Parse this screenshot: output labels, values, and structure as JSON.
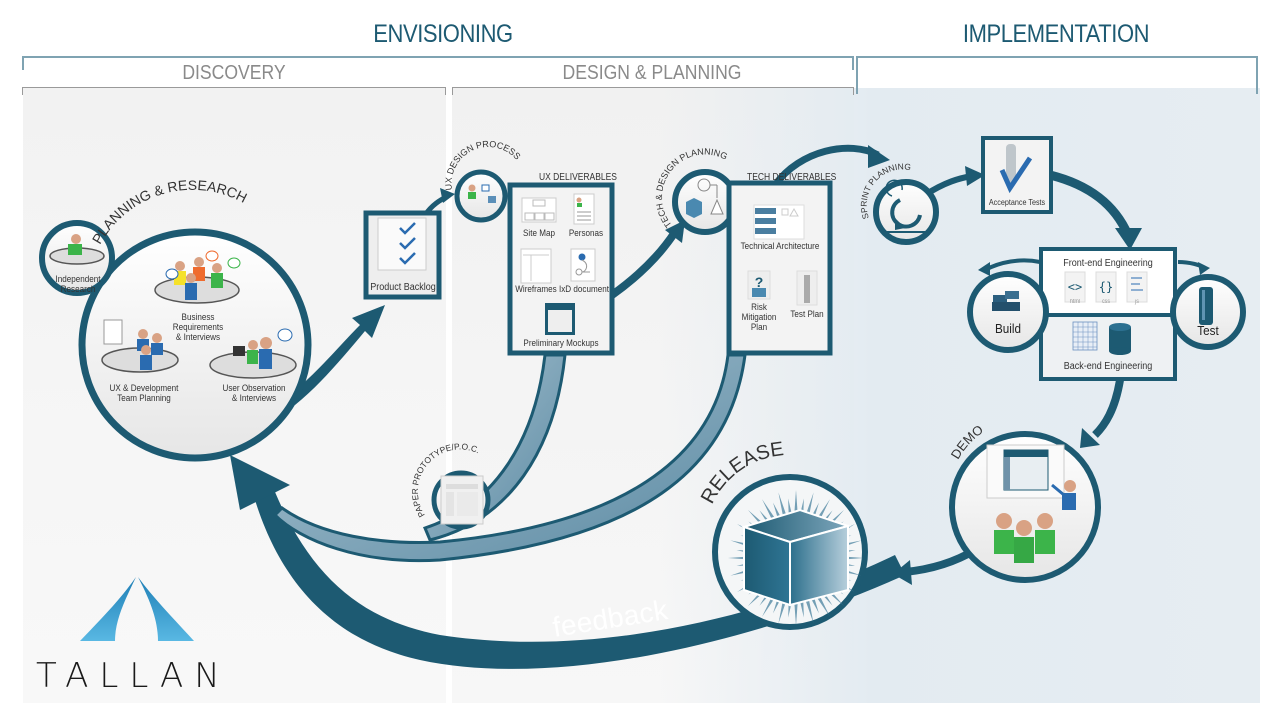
{
  "phases": {
    "envisioning": "ENVISIONING",
    "implementation": "IMPLEMENTATION",
    "discovery": "DISCOVERY",
    "design_planning": "DESIGN & PLANNING"
  },
  "planning_research": {
    "title": "PLANNING & RESEARCH",
    "independent_research": "Independent Research",
    "items": [
      {
        "label_line1": "Business Requirements",
        "label_line2": "& Interviews"
      },
      {
        "label_line1": "UX & Development",
        "label_line2": "Team Planning"
      },
      {
        "label_line1": "User Observation",
        "label_line2": "& Interviews"
      }
    ]
  },
  "product_backlog": "Product Backlog",
  "ux_design": {
    "title": "UX DESIGN PROCESS",
    "deliverables_title": "UX DELIVERABLES",
    "deliverables": [
      "Site Map",
      "Personas",
      "Wireframes",
      "IxD document",
      "Preliminary Mockups"
    ]
  },
  "tech_design": {
    "title": "TECH & DESIGN PLANNING",
    "deliverables_title": "TECH DELIVERABLES",
    "deliverables": [
      "Technical Architecture",
      "Risk Mitigation Plan",
      "Test Plan"
    ],
    "risk_line1": "Risk",
    "risk_line2": "Mitigation",
    "risk_line3": "Plan"
  },
  "paper_prototype": "PAPER PROTOTYPE/P.O.C.",
  "sprint_planning": "SPRINT PLANNING",
  "acceptance_tests": "Acceptance Tests",
  "engineering": {
    "frontend": "Front-end Engineering",
    "backend": "Back-end Engineering",
    "file_types": [
      "html",
      "css",
      "js"
    ],
    "build": "Build",
    "test": "Test"
  },
  "demo": "DEMO",
  "release": "RELEASE",
  "feedback": "feedback",
  "logo": "TALLAN",
  "colors": {
    "primary": "#1d5a72",
    "accent_blue": "#3aa0d0",
    "green": "#3cb44a",
    "person_blue": "#2a6bb0",
    "orange": "#ef6b2e",
    "yellow": "#f5e12a"
  }
}
